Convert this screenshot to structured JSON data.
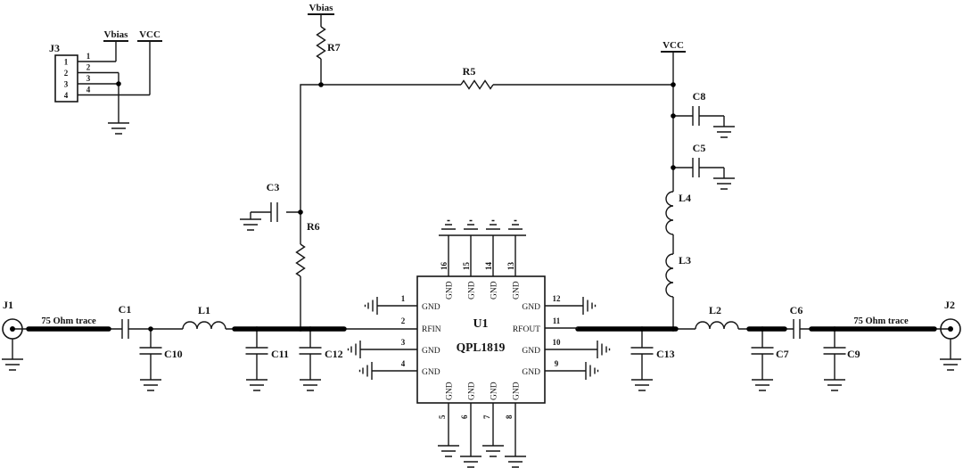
{
  "colors": {
    "background": "#ffffff",
    "line": "#151515",
    "trace": "#000000"
  },
  "rails": {
    "vbias": "Vbias",
    "vcc": "VCC"
  },
  "j3": {
    "ref": "J3",
    "pins": [
      "1",
      "2",
      "3",
      "4"
    ]
  },
  "input": {
    "j1": "J1",
    "trace": "75 Ohm trace",
    "c1": "C1",
    "c10": "C10",
    "l1": "L1",
    "c11": "C11",
    "c12": "C12"
  },
  "bias": {
    "r7": "R7",
    "r5": "R5",
    "r6": "R6",
    "c3": "C3",
    "c8": "C8",
    "c5": "C5",
    "l4": "L4",
    "l3": "L3"
  },
  "ic": {
    "ref": "U1",
    "part": "QPL1819",
    "left_pins": [
      {
        "num": "1",
        "label": "GND"
      },
      {
        "num": "2",
        "label": "RFIN"
      },
      {
        "num": "3",
        "label": "GND"
      },
      {
        "num": "4",
        "label": "GND"
      }
    ],
    "right_pins": [
      {
        "num": "12",
        "label": "GND"
      },
      {
        "num": "11",
        "label": "RFOUT"
      },
      {
        "num": "10",
        "label": "GND"
      },
      {
        "num": "9",
        "label": "GND"
      }
    ],
    "top_pins": [
      {
        "num": "16",
        "label": "GND"
      },
      {
        "num": "15",
        "label": "GND"
      },
      {
        "num": "14",
        "label": "GND"
      },
      {
        "num": "13",
        "label": "GND"
      }
    ],
    "bottom_pins": [
      {
        "num": "5",
        "label": "GND"
      },
      {
        "num": "6",
        "label": "GND"
      },
      {
        "num": "7",
        "label": "GND"
      },
      {
        "num": "8",
        "label": "GND"
      }
    ]
  },
  "output": {
    "c13": "C13",
    "l2": "L2",
    "c7": "C7",
    "c6": "C6",
    "c9": "C9",
    "trace": "75 Ohm trace",
    "j2": "J2"
  }
}
